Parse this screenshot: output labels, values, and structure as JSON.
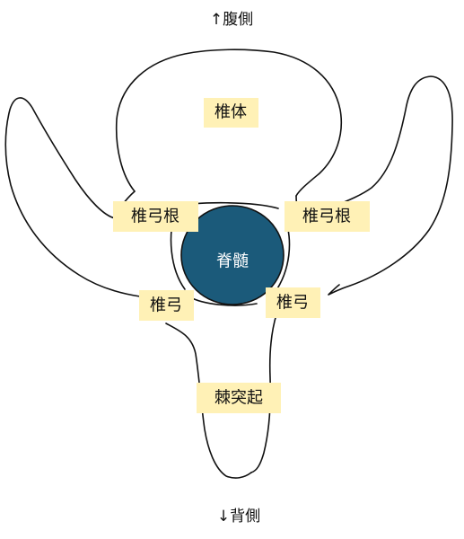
{
  "directions": {
    "ventral": "↑腹側",
    "dorsal": "↓背側"
  },
  "labels": {
    "vertebral_body": "椎体",
    "pedicle_left": "椎弓根",
    "pedicle_right": "椎弓根",
    "spinal_cord": "脊髄",
    "lamina_left": "椎弓",
    "lamina_right": "椎弓",
    "spinous_process": "棘突起"
  },
  "colors": {
    "spinal_cord_fill": "#1b5a7a",
    "label_highlight": "#fff1b6",
    "outline": "#111111"
  }
}
